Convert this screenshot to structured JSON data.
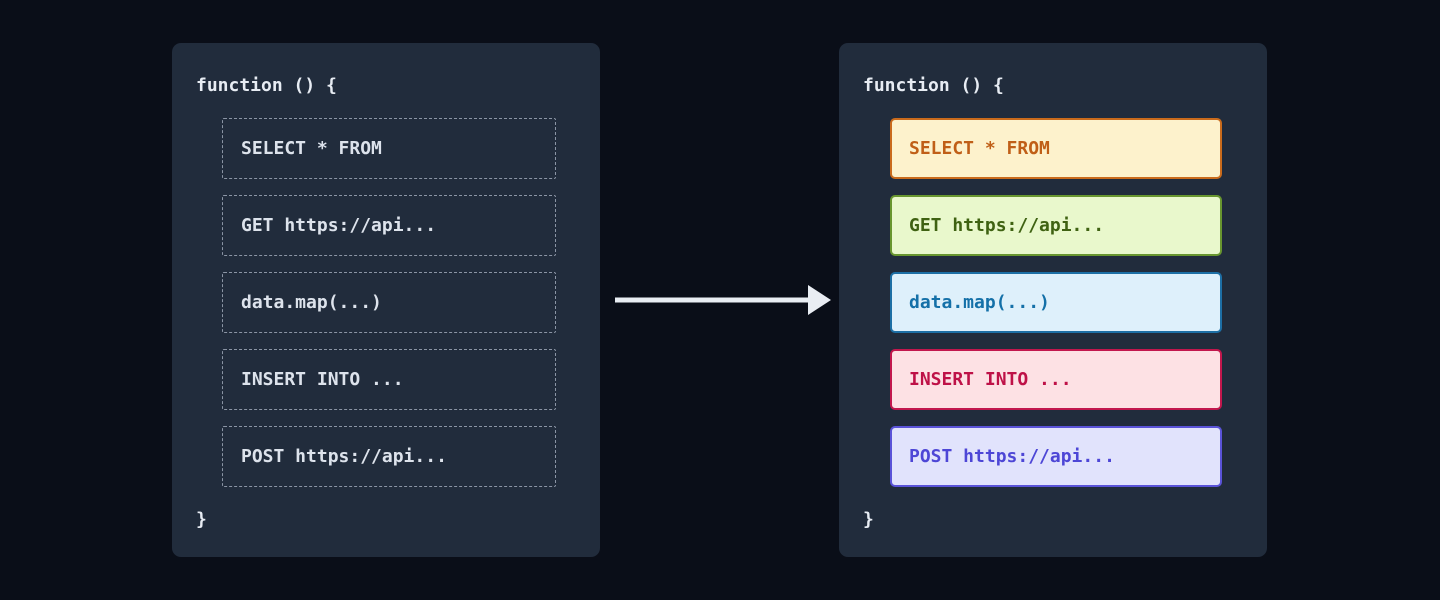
{
  "page": {
    "background": "#0a0e18",
    "panel_background": "#212c3c"
  },
  "left_panel": {
    "header": "function () {",
    "footer": "}",
    "text_color": "#dde3ec",
    "dashed_border_color": "#8b95a5",
    "items": [
      {
        "label": "SELECT * FROM"
      },
      {
        "label": "GET https://api..."
      },
      {
        "label": "data.map(...)"
      },
      {
        "label": "INSERT INTO ..."
      },
      {
        "label": "POST https://api..."
      }
    ]
  },
  "arrow": {
    "color": "#e9edf3"
  },
  "right_panel": {
    "header": "function () {",
    "footer": "}",
    "items": [
      {
        "label": "SELECT * FROM",
        "bg": "#fdf2cc",
        "border": "#ca6b1c",
        "color": "#c05f17"
      },
      {
        "label": "GET https://api...",
        "bg": "#e9f8cc",
        "border": "#68962f",
        "color": "#3f6212"
      },
      {
        "label": "data.map(...)",
        "bg": "#def0fb",
        "border": "#1d6fa5",
        "color": "#1470a8"
      },
      {
        "label": "INSERT INTO ...",
        "bg": "#fde1e4",
        "border": "#c2174d",
        "color": "#be1147"
      },
      {
        "label": "POST https://api...",
        "bg": "#e1e3fc",
        "border": "#5a53d8",
        "color": "#4d46d6"
      }
    ]
  }
}
